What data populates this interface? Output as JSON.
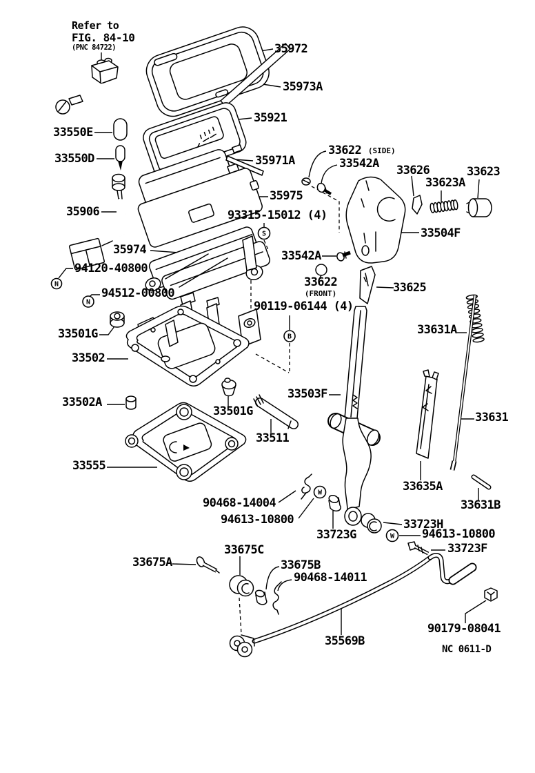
{
  "figure": {
    "note": {
      "line1": "Refer to",
      "line2": "FIG. 84-10",
      "line3": "(PNC 84722)"
    },
    "drawing_code": "NC 0611-D"
  },
  "symbols": {
    "s": "S",
    "n1": "N",
    "n2": "N",
    "b": "B",
    "w1": "W",
    "w2": "W"
  },
  "labels": {
    "p35972": {
      "text": "35972"
    },
    "p35973A": {
      "text": "35973A"
    },
    "p35921": {
      "text": "35921"
    },
    "p33550E": {
      "text": "33550E"
    },
    "p33550D": {
      "text": "33550D"
    },
    "p35971A": {
      "text": "35971A"
    },
    "p33622_side": {
      "text": "33622",
      "suffix": "(SIDE)"
    },
    "p33542A_1": {
      "text": "33542A"
    },
    "p33626": {
      "text": "33626"
    },
    "p33623": {
      "text": "33623"
    },
    "p33623A": {
      "text": "33623A"
    },
    "p35906": {
      "text": "35906"
    },
    "p35975": {
      "text": "35975"
    },
    "p93315": {
      "text": "93315-15012 (4)"
    },
    "p33504F": {
      "text": "33504F"
    },
    "p35974": {
      "text": "35974"
    },
    "p94120": {
      "text": "94120-40800"
    },
    "p33542A_2": {
      "text": "33542A"
    },
    "p94512": {
      "text": "94512-00800"
    },
    "p33622_front": {
      "text": "33622",
      "suffix": "(FRONT)"
    },
    "p33625": {
      "text": "33625"
    },
    "p90119": {
      "text": "90119-06144 (4)"
    },
    "p33631A": {
      "text": "33631A"
    },
    "p33501G_1": {
      "text": "33501G"
    },
    "p33502": {
      "text": "33502"
    },
    "p33502A": {
      "text": "33502A"
    },
    "p33501G_2": {
      "text": "33501G"
    },
    "p33503F": {
      "text": "33503F"
    },
    "p33631": {
      "text": "33631"
    },
    "p33511": {
      "text": "33511"
    },
    "p33555": {
      "text": "33555"
    },
    "p33635A": {
      "text": "33635A"
    },
    "p33631B": {
      "text": "33631B"
    },
    "p90468_14004": {
      "text": "90468-14004"
    },
    "p94613_1": {
      "text": "94613-10800"
    },
    "p33723G": {
      "text": "33723G"
    },
    "p33723H": {
      "text": "33723H"
    },
    "p94613_2": {
      "text": "94613-10800"
    },
    "p33723F": {
      "text": "33723F"
    },
    "p33675C": {
      "text": "33675C"
    },
    "p33675A": {
      "text": "33675A"
    },
    "p33675B": {
      "text": "33675B"
    },
    "p90468_14011": {
      "text": "90468-14011"
    },
    "p90179": {
      "text": "90179-08041"
    },
    "p35569B": {
      "text": "35569B"
    }
  }
}
